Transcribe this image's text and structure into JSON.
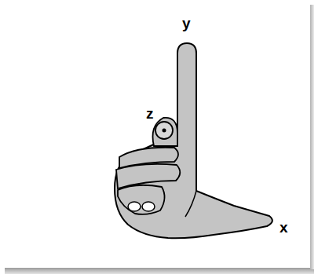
{
  "diagram": {
    "labels": [
      "y",
      "z",
      "x"
    ]
  }
}
